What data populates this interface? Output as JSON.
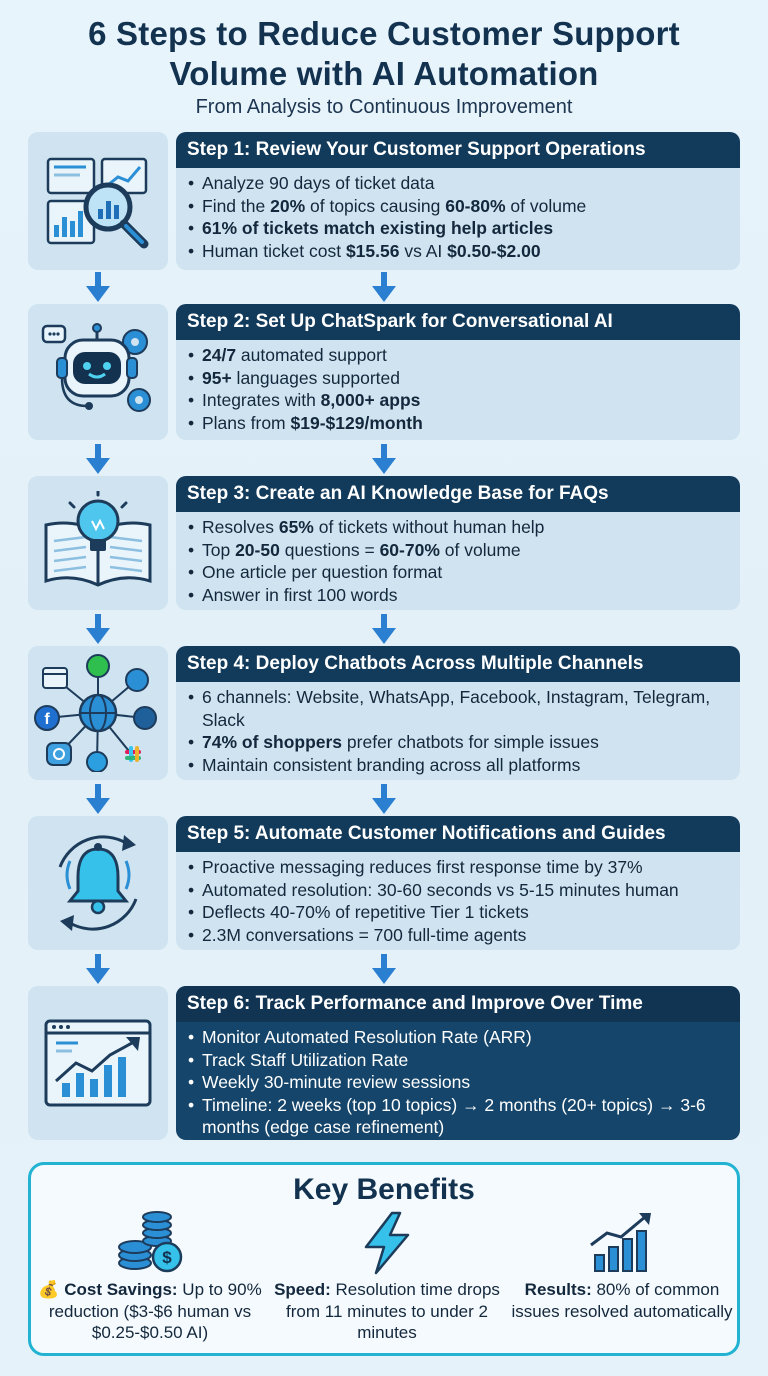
{
  "header": {
    "title_line1": "6 Steps to Reduce Customer Support",
    "title_line2": "Volume with AI Automation",
    "subtitle": "From Analysis to Continuous Improvement"
  },
  "steps": [
    {
      "heading": "Step 1: Review Your Customer Support Operations",
      "icon": "magnifier-dashboard-icon",
      "bullets": [
        [
          {
            "t": "Analyze 90 days of ticket data"
          }
        ],
        [
          {
            "t": "Find the "
          },
          {
            "t": "20%",
            "b": true
          },
          {
            "t": " of topics causing "
          },
          {
            "t": "60-80%",
            "b": true
          },
          {
            "t": " of volume"
          }
        ],
        [
          {
            "t": "61% of tickets match existing help articles",
            "b": true
          }
        ],
        [
          {
            "t": "Human ticket cost "
          },
          {
            "t": "$15.56",
            "b": true
          },
          {
            "t": " vs AI "
          },
          {
            "t": "$0.50-$2.00",
            "b": true
          }
        ]
      ]
    },
    {
      "heading": "Step 2: Set Up ChatSpark for Conversational AI",
      "icon": "robot-gears-icon",
      "bullets": [
        [
          {
            "t": "24/7",
            "b": true
          },
          {
            "t": " automated support"
          }
        ],
        [
          {
            "t": "95+",
            "b": true
          },
          {
            "t": " languages supported"
          }
        ],
        [
          {
            "t": "Integrates with "
          },
          {
            "t": "8,000+ apps",
            "b": true
          }
        ],
        [
          {
            "t": "Plans from "
          },
          {
            "t": "$19-$129/month",
            "b": true
          }
        ]
      ]
    },
    {
      "heading": "Step 3: Create an AI Knowledge Base for FAQs",
      "icon": "book-lightbulb-icon",
      "bullets": [
        [
          {
            "t": "Resolves "
          },
          {
            "t": "65%",
            "b": true
          },
          {
            "t": " of tickets without human help"
          }
        ],
        [
          {
            "t": "Top "
          },
          {
            "t": "20-50",
            "b": true
          },
          {
            "t": " questions = "
          },
          {
            "t": "60-70%",
            "b": true
          },
          {
            "t": " of volume"
          }
        ],
        [
          {
            "t": "One article per question format"
          }
        ],
        [
          {
            "t": "Answer in first 100 words"
          }
        ]
      ]
    },
    {
      "heading": "Step 4: Deploy Chatbots Across Multiple Channels",
      "icon": "channels-network-icon",
      "bullets": [
        [
          {
            "t": "6 channels: Website, WhatsApp, Facebook, Instagram, Telegram, Slack"
          }
        ],
        [
          {
            "t": "74% of shoppers",
            "b": true
          },
          {
            "t": " prefer chatbots for simple issues"
          }
        ],
        [
          {
            "t": "Maintain consistent branding across all platforms"
          }
        ]
      ]
    },
    {
      "heading": "Step 5: Automate Customer Notifications and Guides",
      "icon": "bell-cycle-icon",
      "bullets": [
        [
          {
            "t": "Proactive messaging reduces first response time by 37%"
          }
        ],
        [
          {
            "t": "Automated resolution: 30-60 seconds vs 5-15 minutes human"
          }
        ],
        [
          {
            "t": "Deflects 40-70% of repetitive Tier 1 tickets"
          }
        ],
        [
          {
            "t": "2.3M conversations = 700 full-time agents"
          }
        ]
      ]
    },
    {
      "heading": "Step 6: Track Performance and Improve Over Time",
      "icon": "growth-chart-icon",
      "bullets": [
        [
          {
            "t": "Monitor Automated Resolution Rate (ARR)"
          }
        ],
        [
          {
            "t": "Track Staff Utilization Rate"
          }
        ],
        [
          {
            "t": "Weekly 30-minute review sessions"
          }
        ],
        [
          {
            "t": "Timeline: 2 weeks (top 10 topics) → 2 months (20+ topics) → 3-6 months (edge case refinement)"
          }
        ]
      ]
    }
  ],
  "benefits": {
    "title": "Key Benefits",
    "items": [
      {
        "icon": "coins-dollar-icon",
        "emoji": "💰",
        "label": "Cost Savings:",
        "text": " Up to 90% reduction ($3-$6 human vs $0.25-$0.50 AI)"
      },
      {
        "icon": "lightning-icon",
        "emoji": "",
        "label": "Speed:",
        "text": " Resolution time drops from 11 minutes to under 2 minutes"
      },
      {
        "icon": "bar-chart-growth-icon",
        "emoji": "",
        "label": "Results:",
        "text": " 80% of common issues resolved automatically"
      }
    ]
  },
  "colors": {
    "heading_bar": "#123a5a",
    "panel": "#cfe4f0",
    "accent_cyan": "#22b3d2",
    "arrow_blue": "#2a7fd0"
  }
}
